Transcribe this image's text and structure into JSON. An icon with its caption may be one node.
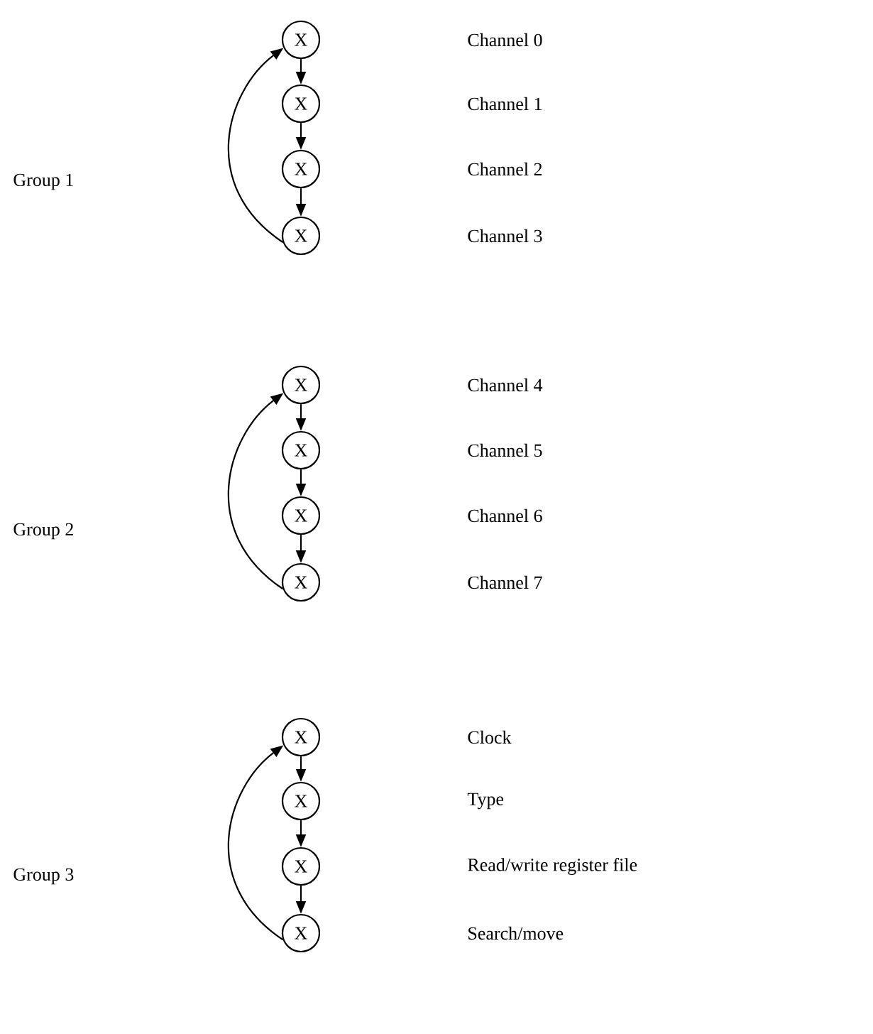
{
  "diagram": {
    "nodes": [
      {
        "text": [
          "X"
        ]
      },
      {
        "text": [
          "X"
        ]
      },
      {
        "text": [
          "X"
        ]
      },
      {
        "text": [
          "X"
        ]
      },
      {
        "text": [
          "X"
        ]
      },
      {
        "text": [
          "X"
        ]
      },
      {
        "text": [
          "X"
        ]
      },
      {
        "text": [
          "X"
        ]
      },
      {
        "text": [
          "X"
        ]
      },
      {
        "text": [
          "X"
        ]
      },
      {
        "text": [
          "X"
        ]
      },
      {
        "text": [
          "X"
        ]
      }
    ],
    "edges": [
      {
        "from": 0,
        "to": 1,
        "arrow": "to"
      },
      {
        "from": 1,
        "to": 2,
        "arrow": "to"
      },
      {
        "from": 2,
        "to": 3,
        "arrow": "to"
      },
      {
        "from": 3,
        "to": 0,
        "arrow": "to"
      },
      {
        "from": 4,
        "to": 5,
        "arrow": "to"
      },
      {
        "from": 5,
        "to": 6,
        "arrow": "to"
      },
      {
        "from": 6,
        "to": 7,
        "arrow": "to"
      },
      {
        "from": 7,
        "to": 4,
        "arrow": "to"
      },
      {
        "from": 8,
        "to": 9,
        "arrow": "to"
      },
      {
        "from": 9,
        "to": 10,
        "arrow": "to"
      },
      {
        "from": 10,
        "to": 11,
        "arrow": "to"
      },
      {
        "from": 11,
        "to": 8,
        "arrow": "to"
      }
    ],
    "labels": [
      "Channel 0",
      "Channel 1",
      "Channel 2",
      "Group 1",
      "Channel 3",
      "Channel 4",
      "Channel 5",
      "Channel 6",
      "Group 2",
      "Channel 7",
      "Clock",
      "Type",
      "Read/write register file",
      "Group 3",
      "Search/move"
    ]
  }
}
